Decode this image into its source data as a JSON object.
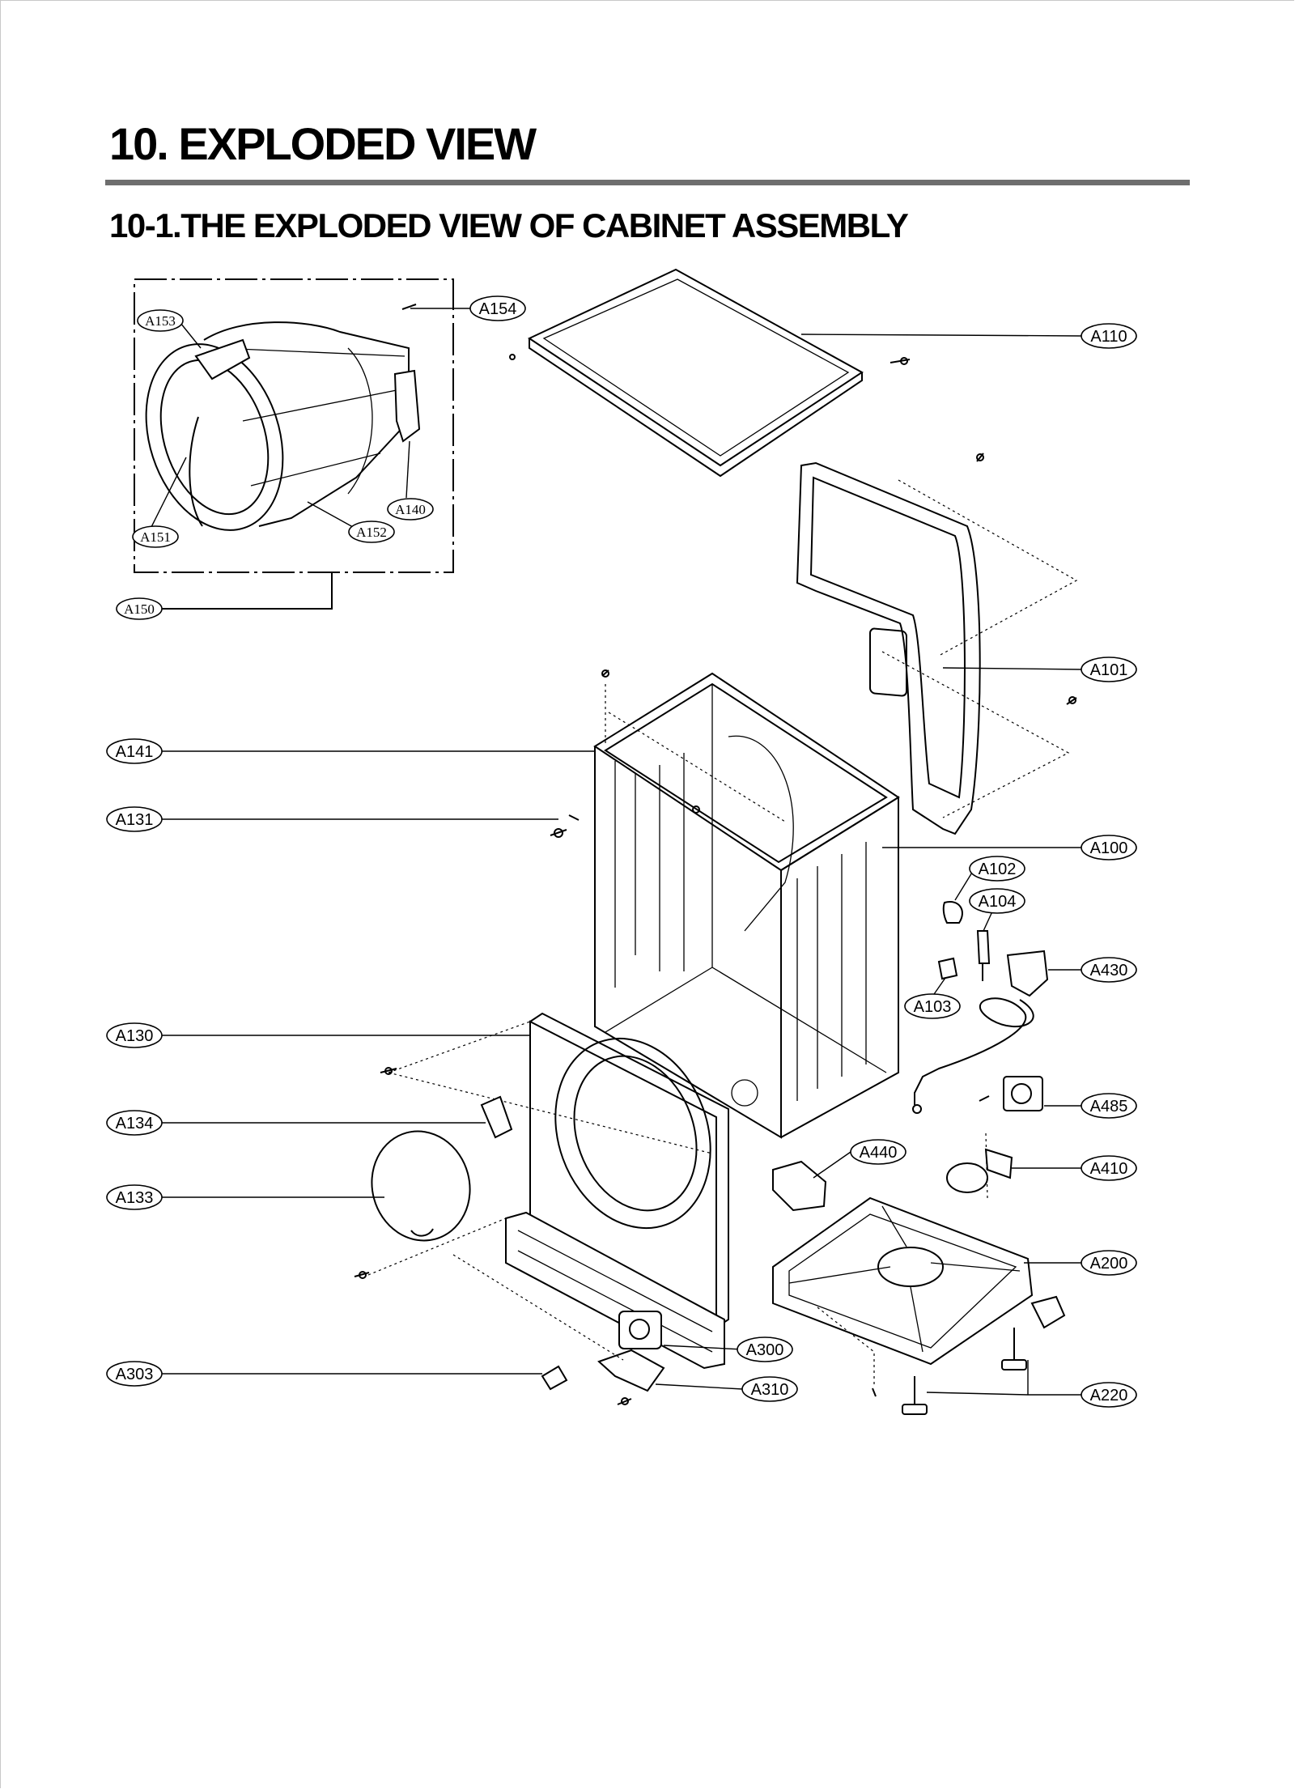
{
  "page": {
    "heading": "10. EXPLODED VIEW",
    "subheading": "10-1.THE EXPLODED VIEW OF CABINET ASSEMBLY"
  },
  "callouts": [
    {
      "id": "A153",
      "label": "A153"
    },
    {
      "id": "A154",
      "label": "A154"
    },
    {
      "id": "A110",
      "label": "A110"
    },
    {
      "id": "A140",
      "label": "A140"
    },
    {
      "id": "A152",
      "label": "A152"
    },
    {
      "id": "A151",
      "label": "A151"
    },
    {
      "id": "A150",
      "label": "A150"
    },
    {
      "id": "A101",
      "label": "A101"
    },
    {
      "id": "A141",
      "label": "A141"
    },
    {
      "id": "A131",
      "label": "A131"
    },
    {
      "id": "A100",
      "label": "A100"
    },
    {
      "id": "A102",
      "label": "A102"
    },
    {
      "id": "A104",
      "label": "A104"
    },
    {
      "id": "A430",
      "label": "A430"
    },
    {
      "id": "A103",
      "label": "A103"
    },
    {
      "id": "A130",
      "label": "A130"
    },
    {
      "id": "A485",
      "label": "A485"
    },
    {
      "id": "A134",
      "label": "A134"
    },
    {
      "id": "A440",
      "label": "A440"
    },
    {
      "id": "A410",
      "label": "A410"
    },
    {
      "id": "A133",
      "label": "A133"
    },
    {
      "id": "A200",
      "label": "A200"
    },
    {
      "id": "A300",
      "label": "A300"
    },
    {
      "id": "A303",
      "label": "A303"
    },
    {
      "id": "A310",
      "label": "A310"
    },
    {
      "id": "A220",
      "label": "A220"
    }
  ]
}
